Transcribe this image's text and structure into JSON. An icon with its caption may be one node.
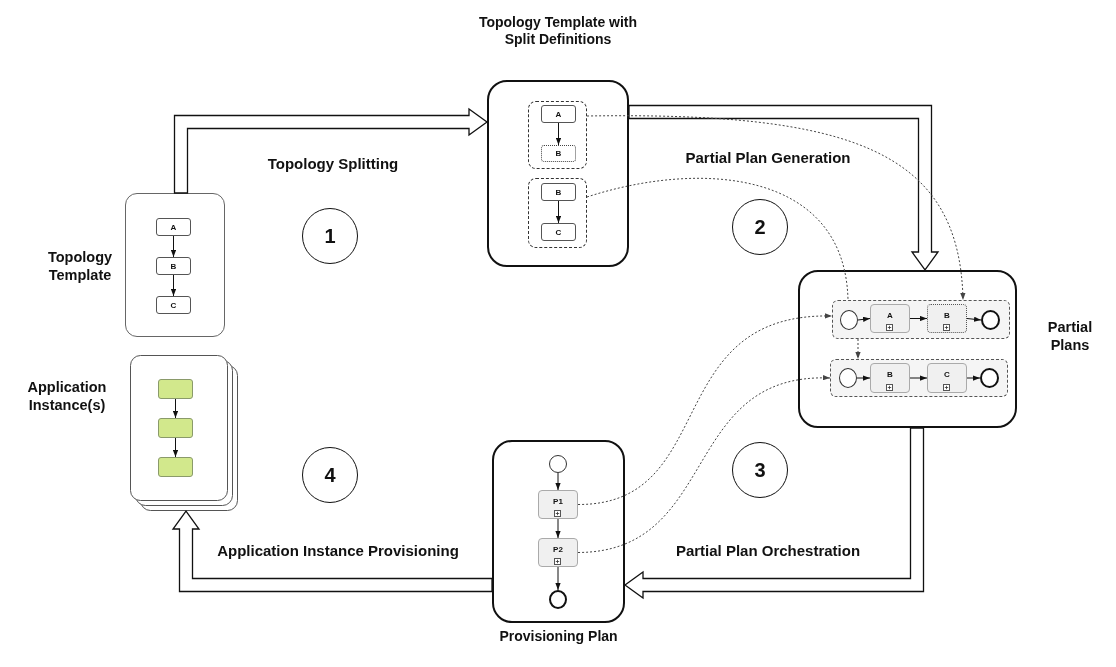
{
  "diagram": {
    "nodes": [
      {
        "text": [],
        "shape": "box",
        "beside": [
          "Topology Template"
        ]
      },
      {
        "text": [
          "A"
        ],
        "in": 0
      },
      {
        "text": [
          "B"
        ],
        "in": 0
      },
      {
        "text": [
          "C"
        ],
        "in": 0
      },
      {
        "text": [
          "Topology Template with Split Definitions"
        ]
      },
      {
        "text": [],
        "shape": "box",
        "in": 4
      },
      {
        "text": [
          "A"
        ],
        "in": 5
      },
      {
        "text": [
          "B"
        ],
        "in": 5
      },
      {
        "text": [],
        "shape": "box",
        "in": 4
      },
      {
        "text": [
          "B"
        ],
        "in": 8
      },
      {
        "text": [
          "C"
        ],
        "in": 8
      },
      {
        "text": [],
        "shape": "box",
        "beside": [
          "Partial Plans"
        ]
      },
      {
        "text": [],
        "shape": "box",
        "in": 11
      },
      {
        "text": [],
        "shape": "circle",
        "in": 12
      },
      {
        "text": [
          "A"
        ],
        "in": 12
      },
      {
        "text": [
          "B"
        ],
        "in": 12
      },
      {
        "text": [],
        "shape": "circle",
        "in": 12
      },
      {
        "text": [],
        "shape": "box",
        "in": 11
      },
      {
        "text": [],
        "shape": "circle",
        "in": 17
      },
      {
        "text": [
          "B"
        ],
        "in": 17
      },
      {
        "text": [
          "C"
        ],
        "in": 17
      },
      {
        "text": [],
        "shape": "circle",
        "in": 17
      },
      {
        "text": [],
        "shape": "box",
        "beside": [
          "Application Instance(s)"
        ]
      },
      {
        "text": [],
        "shape": "box",
        "in": 22
      },
      {
        "text": [],
        "shape": "box",
        "in": 22
      },
      {
        "text": [],
        "shape": "box",
        "in": 22
      },
      {
        "text": [
          "Provisioning Plan"
        ]
      },
      {
        "text": [],
        "shape": "circle",
        "in": 26
      },
      {
        "text": [
          "P1"
        ],
        "in": 26
      },
      {
        "text": [
          "P2"
        ],
        "in": 26
      },
      {
        "text": [],
        "shape": "circle",
        "in": 26
      },
      {
        "text": [
          "1"
        ]
      },
      {
        "text": [
          "2"
        ]
      },
      {
        "text": [
          "3"
        ]
      },
      {
        "text": [
          "4"
        ]
      }
    ],
    "edges": [
      {
        "from": 0,
        "to": 4,
        "arrow": "to",
        "label": "Topology Splitting",
        "style": "thick"
      },
      {
        "from": 4,
        "to": 11,
        "arrow": "to",
        "label": "Partial Plan Generation",
        "style": "thick"
      },
      {
        "from": 11,
        "to": 26,
        "arrow": "to",
        "label": "Partial Plan Orchestration",
        "style": "thick"
      },
      {
        "from": 26,
        "to": 22,
        "arrow": "to",
        "label": "Application Instance Provisioning",
        "style": "thick"
      },
      {
        "from": 1,
        "to": 2,
        "arrow": "to"
      },
      {
        "from": 2,
        "to": 3,
        "arrow": "to"
      },
      {
        "from": 6,
        "to": 7,
        "arrow": "to"
      },
      {
        "from": 9,
        "to": 10,
        "arrow": "to"
      },
      {
        "from": 13,
        "to": 14,
        "arrow": "to"
      },
      {
        "from": 14,
        "to": 15,
        "arrow": "to"
      },
      {
        "from": 15,
        "to": 16,
        "arrow": "to"
      },
      {
        "from": 18,
        "to": 19,
        "arrow": "to"
      },
      {
        "from": 19,
        "to": 20,
        "arrow": "to"
      },
      {
        "from": 20,
        "to": 21,
        "arrow": "to"
      },
      {
        "from": 23,
        "to": 24,
        "arrow": "to"
      },
      {
        "from": 24,
        "to": 25,
        "arrow": "to"
      },
      {
        "from": 27,
        "to": 28,
        "arrow": "to"
      },
      {
        "from": 28,
        "to": 29,
        "arrow": "to"
      },
      {
        "from": 29,
        "to": 30,
        "arrow": "to"
      },
      {
        "from": 5,
        "to": 12,
        "arrow": "to",
        "style": "dashed"
      },
      {
        "from": 8,
        "to": 12,
        "arrow": "none",
        "style": "dashed"
      },
      {
        "from": 12,
        "to": 17,
        "arrow": "to",
        "style": "dashed"
      },
      {
        "from": 28,
        "to": 12,
        "arrow": "to",
        "style": "dashed"
      },
      {
        "from": 29,
        "to": 17,
        "arrow": "to",
        "style": "dashed"
      }
    ]
  }
}
